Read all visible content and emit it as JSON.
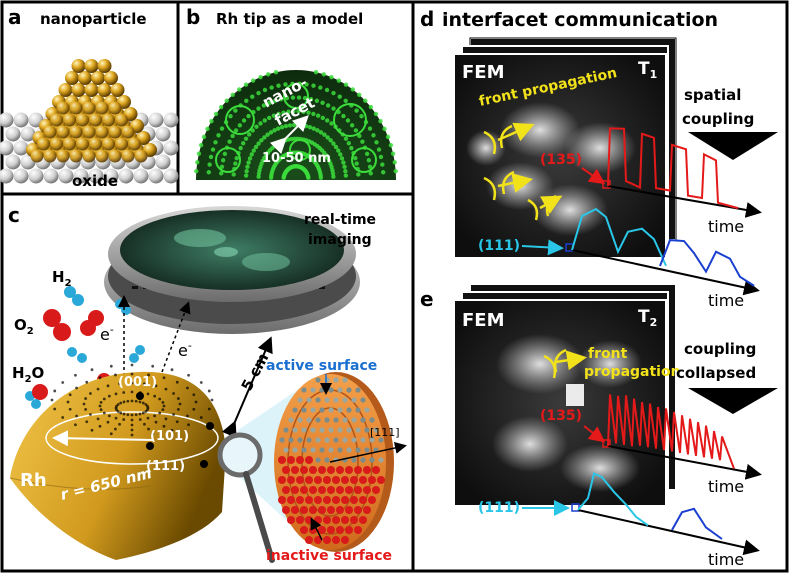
{
  "panels": {
    "a": {
      "letter": "a",
      "title": "nanoparticle",
      "support": "oxide"
    },
    "b": {
      "letter": "b",
      "title": "Rh tip as a model",
      "facet_word1": "nano-",
      "facet_word2": "facet",
      "size": "10-50 nm"
    },
    "c": {
      "letter": "c",
      "imaging1": "real-time",
      "imaging2": "imaging",
      "h2": "H",
      "h2_sub": "2",
      "o2": "O",
      "o2_sub": "2",
      "h2o_h": "H",
      "h2o_sub": "2",
      "h2o_o": "O",
      "electron": "e",
      "electron_sup": "-",
      "f001": "(001)",
      "f101": "(101)",
      "f111": "(111)",
      "metal": "Rh",
      "radius": "r = 650 nm",
      "distance": "5 cm",
      "direction": "[111]",
      "active": "active surface",
      "inactive": "inactive surface"
    },
    "d": {
      "letter": "d",
      "title": "interfacet communication",
      "fem": "FEM",
      "frame": "T",
      "frame_sub": "1",
      "front": "front propagation",
      "coupling1": "spatial",
      "coupling2": "coupling",
      "f135": "(135)",
      "f111": "(111)",
      "time1": "time",
      "time2": "time"
    },
    "e": {
      "letter": "e",
      "fem": "FEM",
      "frame": "T",
      "frame_sub": "2",
      "front1": "front",
      "front2": "propagation",
      "coupling1": "coupling",
      "coupling2": "collapsed",
      "f135": "(135)",
      "f111": "(111)",
      "time1": "time",
      "time2": "time"
    }
  },
  "colors": {
    "gold": "#d8a21c",
    "green": "#2fbf2f",
    "red_trace": "#e41a1a",
    "cyan_trace": "#29c6e8",
    "blue_trace": "#1a3fd0",
    "label_yellow": "#f2e21a"
  }
}
